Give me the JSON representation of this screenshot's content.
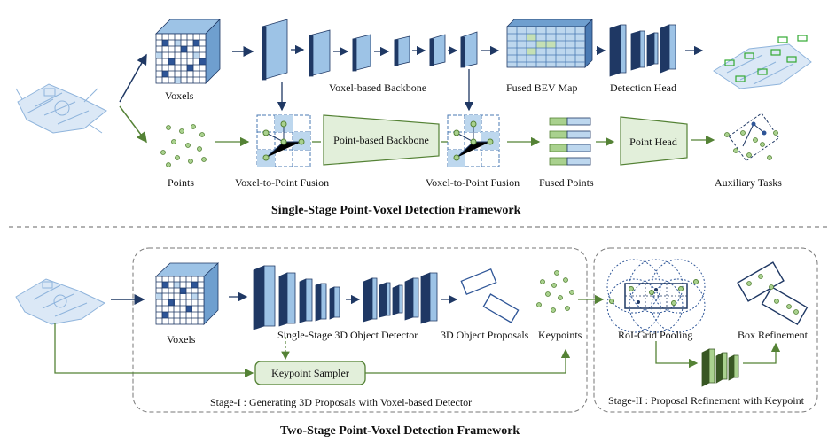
{
  "single_stage": {
    "title": "Single-Stage Point-Voxel Detection Framework",
    "labels": {
      "voxels": "Voxels",
      "voxel_backbone": "Voxel-based Backbone",
      "fused_bev": "Fused BEV Map",
      "detection_head": "Detection Head",
      "points": "Points",
      "v2p_fusion_1": "Voxel-to-Point Fusion",
      "point_backbone": "Point-based Backbone",
      "v2p_fusion_2": "Voxel-to-Point Fusion",
      "fused_points": "Fused Points",
      "point_head": "Point Head",
      "aux_tasks": "Auxiliary Tasks"
    }
  },
  "two_stage": {
    "title": "Two-Stage Point-Voxel Detection Framework",
    "labels": {
      "voxels": "Voxels",
      "detector": "Single-Stage 3D Object Detector",
      "proposals": "3D Object Proposals",
      "keypoints": "Keypoints",
      "keypoint_sampler": "Keypoint Sampler",
      "stage1": "Stage-I : Generating 3D Proposals with Voxel-based Detector",
      "roi_pooling": "RoI-Grid Pooling",
      "box_refinement": "Box Refinement",
      "stage2": "Stage-II : Proposal Refinement with Keypoint"
    }
  },
  "colors": {
    "blue_dark": "#1f3864",
    "blue_light": "#9dc3e6",
    "green": "#548235",
    "green_light": "#e2efda",
    "bev_green": "#c5e0b4"
  }
}
